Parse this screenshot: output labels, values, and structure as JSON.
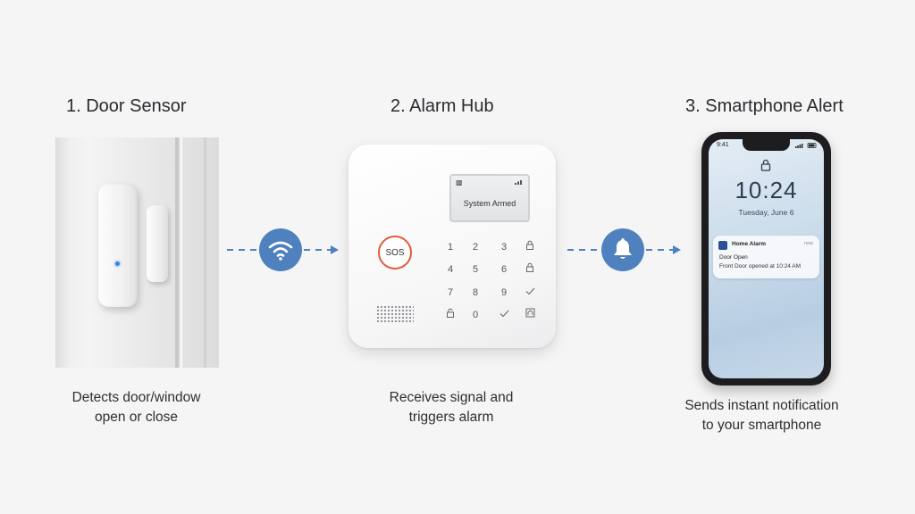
{
  "steps": [
    {
      "title": "1. Door Sensor",
      "caption_line1": "Detects door/window",
      "caption_line2": "open or close"
    },
    {
      "title": "2. Alarm Hub",
      "caption_line1": "Receives signal and",
      "caption_line2": "triggers alarm"
    },
    {
      "title": "3. Smartphone Alert",
      "caption_line1": "Sends instant notification",
      "caption_line2": "to your smartphone"
    }
  ],
  "hub": {
    "screen_text": "System Armed",
    "sos_label": "SOS",
    "keys": [
      "1",
      "2",
      "3",
      "4",
      "5",
      "6",
      "7",
      "8",
      "9",
      "0"
    ]
  },
  "phone": {
    "status_time": "9:41",
    "clock": "10:24",
    "date": "Tuesday, June 6",
    "notification": {
      "app": "Home Alarm",
      "time": "now",
      "title": "Door Open",
      "body": "Front Door opened at 10:24 AM"
    }
  },
  "colors": {
    "accent": "#4f81bf",
    "sos_ring": "#e05a3a",
    "led": "#3a86e0",
    "background": "#f5f5f6"
  },
  "icons": {
    "connector_1": "wifi-icon",
    "connector_2": "bell-icon"
  }
}
